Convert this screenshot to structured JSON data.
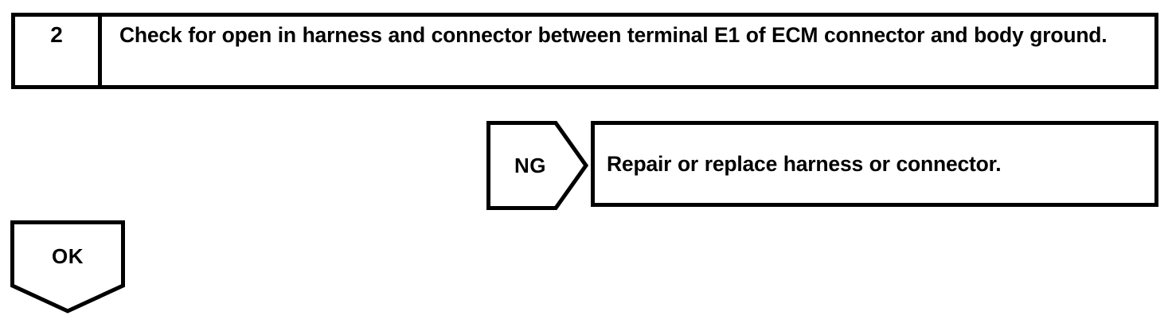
{
  "diagram": {
    "type": "troubleshooting-flowchart",
    "ink_color": "#000000",
    "background_color": "#ffffff",
    "step": {
      "number": "2",
      "instruction": "Check for open in harness and connector between terminal E1 of ECM connector and body ground."
    },
    "branches": [
      {
        "result_label": "NG",
        "shape": "right-arrow-pentagon",
        "action": "Repair or replace harness or connector."
      },
      {
        "result_label": "OK",
        "shape": "down-arrow-pentagon",
        "action": ""
      }
    ]
  }
}
